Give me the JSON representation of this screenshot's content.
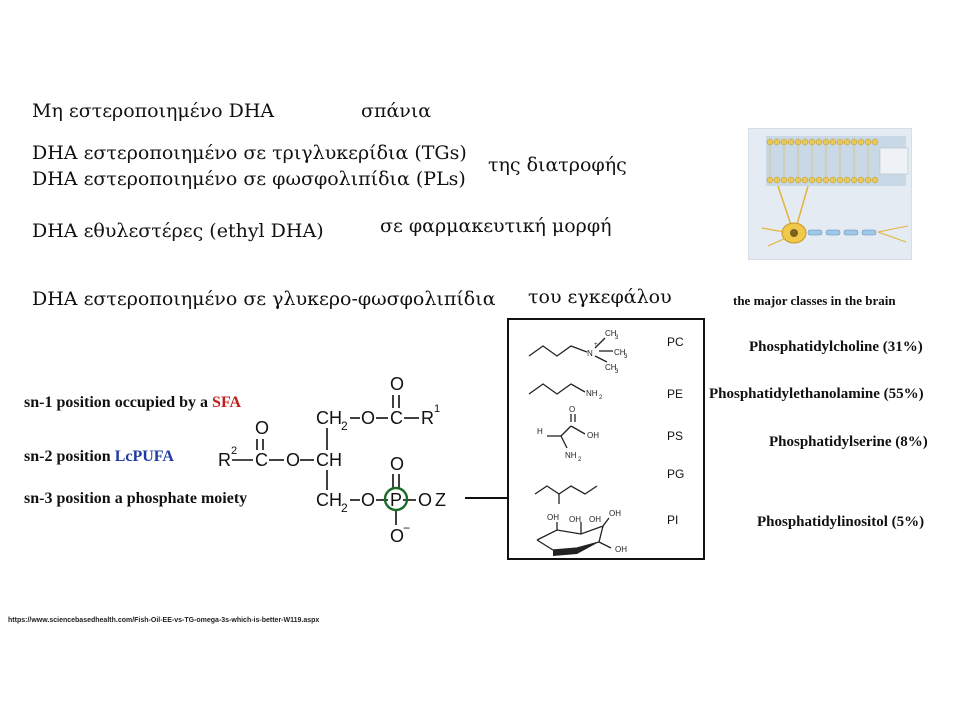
{
  "texts": {
    "row1_left": "Μη εστεροποιημένο DHA",
    "row1_right": "σπάνια",
    "row2_left": "DHA εστεροποιημένο σε τριγλυκερίδια (TGs)",
    "row3_left": "DHA εστεροποιημένο σε φωσφολιπίδια (PLs)",
    "row23_right": "της διατροφής",
    "row4_left": "DHA εθυλεστέρες (ethyl DHA)",
    "row4_right": "σε φαρμακευτική μορφή",
    "row5_left": "DHA εστεροποιημένο σε γλυκερο-φωσφολιπίδια",
    "row5_right": "του εγκεφάλου"
  },
  "positions_text": {
    "sn1_prefix": "sn-1 position occupied by a ",
    "sn1_highlight": "SFA",
    "sn2_prefix": "sn-2 position ",
    "sn2_highlight": "LcPUFA",
    "sn3": "sn-3 position a phosphate moiety"
  },
  "classes": {
    "heading": "the major classes in the brain",
    "items": [
      "Phosphatidylcholine (31%)",
      "Phosphatidylethanolamine (55%)",
      "Phosphatidylserine (8%)",
      "Phosphatidylinositol (5%)"
    ]
  },
  "head_labels": [
    "PC",
    "PE",
    "PS",
    "PG",
    "PI"
  ],
  "chem": {
    "o": "O",
    "r1": "R",
    "r1_sup": "1",
    "r2": "R",
    "r2_sup": "2",
    "c": "C",
    "ch": "CH",
    "ch2": "CH",
    "sub2": "2",
    "p": "P",
    "z": "Z",
    "ominus": "O",
    "minus": "−",
    "ch3": "CH",
    "sub3": "3",
    "nplus": "N",
    "plus": "+",
    "nh2": "NH",
    "oh": "OH",
    "h": "H"
  },
  "source_url": "https://www.sciencebasedhealth.com/Fish-Oil-EE-vs-TG-omega-3s-which-is-better-W119.aspx",
  "colors": {
    "sfa": "#c0201c",
    "lcpufa": "#1f3aa0",
    "phosphate_circle": "#1d6b2a",
    "membrane_heads": "#e9c85a",
    "membrane_bg": "#dfe7ef"
  }
}
